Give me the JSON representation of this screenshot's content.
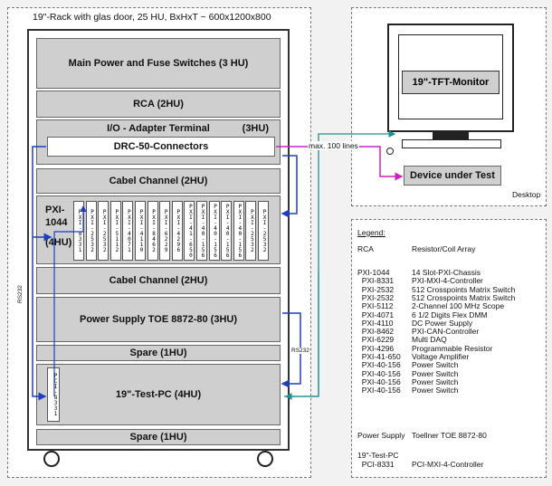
{
  "rack": {
    "title": "19\"-Rack with glas door,  25 HU, BxHxT ~ 600x1200x800",
    "modules": {
      "main_power": "Main Power and Fuse Switches  (3 HU)",
      "rca": "RCA (2HU)",
      "io_adapter": "I/O - Adapter Terminal",
      "io_adapter_hu": "(3HU)",
      "drc_connectors": "DRC-50-Connectors",
      "cabel_channel_1": "Cabel Channel (2HU)",
      "pxi_label_1": "PXI-",
      "pxi_label_2": "1044",
      "pxi_label_3": "(4HU)",
      "cabel_channel_2": "Cabel Channel (2HU)",
      "power_supply": "Power Supply TOE 8872-80 (3HU)",
      "spare_1": "Spare (1HU)",
      "test_pc": "19\"-Test-PC (4HU)",
      "spare_2": "Spare (1HU)",
      "pci_card": "PCI-8331"
    },
    "pxi_slots": [
      "PXI-8331",
      "PXI-2532",
      "PXI-2532",
      "PXI-5112",
      "PXI-4071",
      "PXI-4110",
      "PXI-8462",
      "PXI-6229",
      "PXI-4296",
      "PXI-41-650",
      "PXI-40-156",
      "PXI-40-156",
      "PXI-40-156",
      "PXI-40-156",
      "PXI-2532",
      "PXI-2532"
    ],
    "rs_label_left": "RS232",
    "rs_label_right": "RS232"
  },
  "desktop": {
    "monitor_label": "19\"-TFT-Monitor",
    "dut_label": "Device under Test",
    "caption": "Desktop"
  },
  "cable_label": "max. 100 lines",
  "legend": {
    "title": "Legend:",
    "rca": {
      "key": "RCA",
      "value": "Resistor/Coil Array"
    },
    "items": [
      {
        "key": "PXI-1044",
        "value": "14 Slot-PXI-Chassis"
      },
      {
        "key": "  PXI-8331",
        "value": "PXI-MXI-4-Controller"
      },
      {
        "key": "  PXI-2532",
        "value": "512 Crosspoints Matrix Switch"
      },
      {
        "key": "  PXI-2532",
        "value": "512 Crosspoints Matrix Switch"
      },
      {
        "key": "  PXI-5112",
        "value": "2-Channel 100 MHz Scope"
      },
      {
        "key": "  PXI-4071",
        "value": "6 1/2 Digits Flex DMM"
      },
      {
        "key": "  PXI-4110",
        "value": "DC Power Supply"
      },
      {
        "key": "  PXI-8462",
        "value": "PXI-CAN-Controller"
      },
      {
        "key": "  PXI-6229",
        "value": "Multi DAQ"
      },
      {
        "key": "  PXI-4296",
        "value": "Programmable Resistor"
      },
      {
        "key": "  PXI-41-650",
        "value": "Voltage Amplifier"
      },
      {
        "key": "  PXI-40-156",
        "value": "Power Switch"
      },
      {
        "key": "  PXI-40-156",
        "value": "Power Switch"
      },
      {
        "key": "  PXI-40-156",
        "value": "Power Switch"
      },
      {
        "key": "  PXI-40-156",
        "value": "Power Switch"
      }
    ],
    "power_supply": {
      "key": "Power Supply",
      "value": "Toellner TOE 8872-80"
    },
    "test_pc_title": "19\"-Test-PC",
    "test_pc": {
      "key": "  PCI-8331",
      "value": "PCI-MXI-4-Controller"
    }
  },
  "colors": {
    "module_fill": "#cfcfcf",
    "arrow_blue": "#1f3fbf",
    "arrow_magenta": "#d020c0",
    "arrow_teal": "#1f8f8f"
  }
}
